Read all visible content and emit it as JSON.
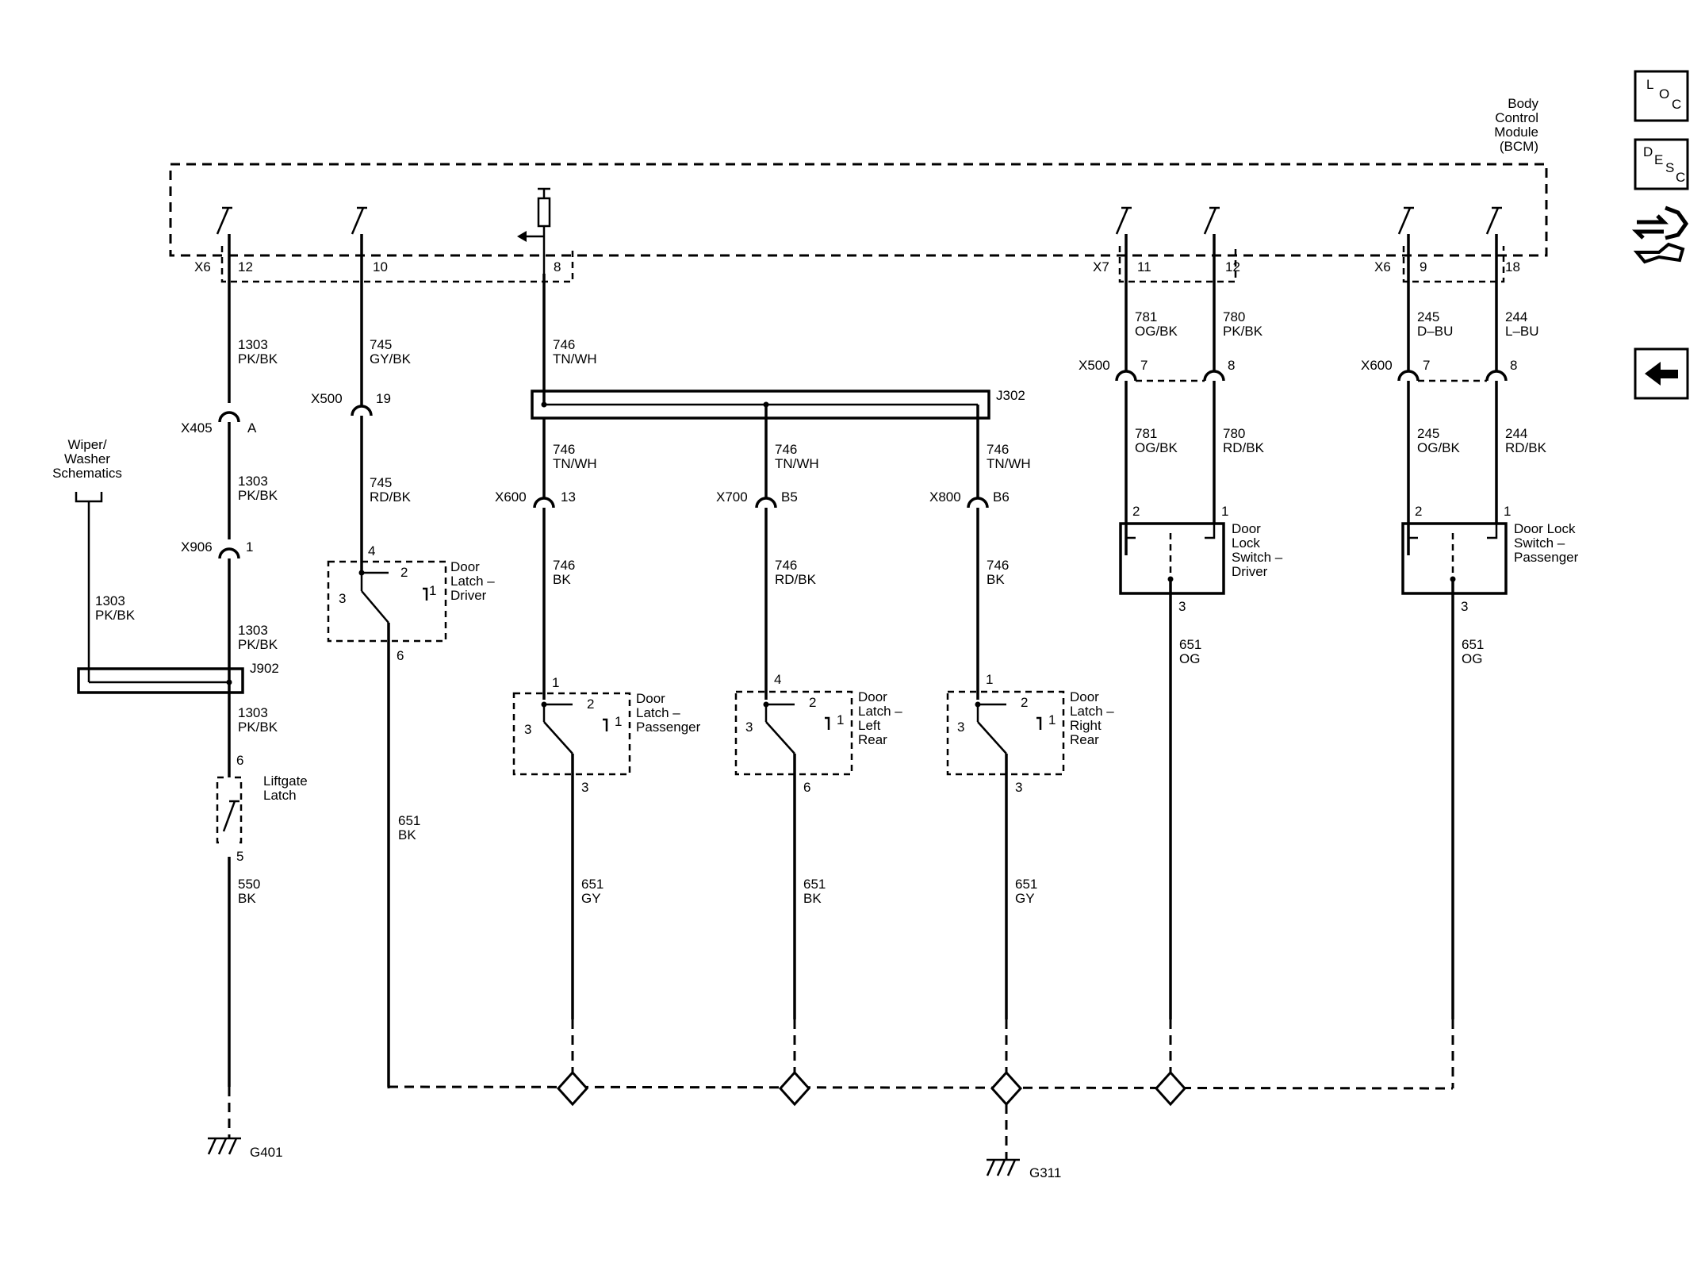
{
  "modules": {
    "bcm": [
      "Body",
      "Control",
      "Module",
      "(BCM)"
    ],
    "wiper": [
      "Wiper/",
      "Washer",
      "Schematics"
    ],
    "liftgate": [
      "Liftgate",
      "Latch"
    ],
    "door_latch_driver": [
      "Door",
      "Latch –",
      "Driver"
    ],
    "door_latch_passenger": [
      "Door",
      "Latch –",
      "Passenger"
    ],
    "door_latch_left_rear": [
      "Door",
      "Latch –",
      "Left",
      "Rear"
    ],
    "door_latch_right_rear": [
      "Door",
      "Latch –",
      "Right",
      "Rear"
    ],
    "door_lock_switch_driver": [
      "Door",
      "Lock",
      "Switch –",
      "Driver"
    ],
    "door_lock_switch_passenger": [
      "Door Lock",
      "Switch –",
      "Passenger"
    ]
  },
  "connectors": {
    "x6_a": "X6",
    "x6_b": "X6",
    "x7": "X7",
    "x405": "X405",
    "x906": "X906",
    "x500_a": "X500",
    "x500_b": "X500",
    "x600_a": "X600",
    "x600_b": "X600",
    "x700": "X700",
    "x800": "X800",
    "j302": "J302",
    "j902": "J902",
    "g401": "G401",
    "g311": "G311"
  },
  "pins": {
    "bcm_12": "12",
    "bcm_10": "10",
    "bcm_8": "8",
    "bcm_11": "11",
    "bcm_12b": "12",
    "bcm_9": "9",
    "bcm_18": "18",
    "x405_a": "A",
    "x906_1": "1",
    "x500_19": "19",
    "x600_13": "13",
    "x700_b5": "B5",
    "x800_b6": "B6",
    "x500_7": "7",
    "x500_8": "8",
    "x600_7": "7",
    "x600_8": "8",
    "lift_6": "6",
    "lift_5": "5",
    "dld_4": "4",
    "dld_2": "2",
    "dld_1": "1",
    "dld_3": "3",
    "dld_6": "6",
    "dlp_1": "1",
    "dlp_2": "2",
    "dlp_1b": "1",
    "dlp_3": "3",
    "dlp_3b": "3",
    "dll_4": "4",
    "dll_2": "2",
    "dll_1": "1",
    "dll_3": "3",
    "dll_6": "6",
    "dlr_1": "1",
    "dlr_2": "2",
    "dlr_1b": "1",
    "dlr_3": "3",
    "dlr_3b": "3",
    "dsd_2": "2",
    "dsd_1": "1",
    "dsd_3": "3",
    "dsp_2": "2",
    "dsp_1": "1",
    "dsp_3": "3"
  },
  "wires": {
    "w1303_a": [
      "1303",
      "PK/BK"
    ],
    "w1303_b": [
      "1303",
      "PK/BK"
    ],
    "w1303_c": [
      "1303",
      "PK/BK"
    ],
    "w1303_d": [
      "1303",
      "PK/BK"
    ],
    "w1303_e": [
      "1303",
      "PK/BK"
    ],
    "w550": [
      "550",
      "BK"
    ],
    "w745_a": [
      "745",
      "GY/BK"
    ],
    "w745_b": [
      "745",
      "RD/BK"
    ],
    "w651_driver": [
      "651",
      "BK"
    ],
    "w746_a": [
      "746",
      "TN/WH"
    ],
    "w746_b": [
      "746",
      "TN/WH"
    ],
    "w746_c": [
      "746",
      "TN/WH"
    ],
    "w746_d": [
      "746",
      "TN/WH"
    ],
    "w746_e": [
      "746",
      "BK"
    ],
    "w746_f": [
      "746",
      "RD/BK"
    ],
    "w746_g": [
      "746",
      "BK"
    ],
    "w651_pass": [
      "651",
      "GY"
    ],
    "w651_left": [
      "651",
      "BK"
    ],
    "w651_right": [
      "651",
      "GY"
    ],
    "w781_a": [
      "781",
      "OG/BK"
    ],
    "w780_a": [
      "780",
      "PK/BK"
    ],
    "w781_b": [
      "781",
      "OG/BK"
    ],
    "w780_b": [
      "780",
      "RD/BK"
    ],
    "w245_a": [
      "245",
      "D–BU"
    ],
    "w244_a": [
      "244",
      "L–BU"
    ],
    "w245_b": [
      "245",
      "OG/BK"
    ],
    "w244_b": [
      "244",
      "RD/BK"
    ],
    "w651_sw_d": [
      "651",
      "OG"
    ],
    "w651_sw_p": [
      "651",
      "OG"
    ]
  },
  "nav": {
    "loc": [
      "L",
      "O",
      "C"
    ],
    "desc": [
      "D",
      "E",
      "S",
      "C"
    ]
  }
}
